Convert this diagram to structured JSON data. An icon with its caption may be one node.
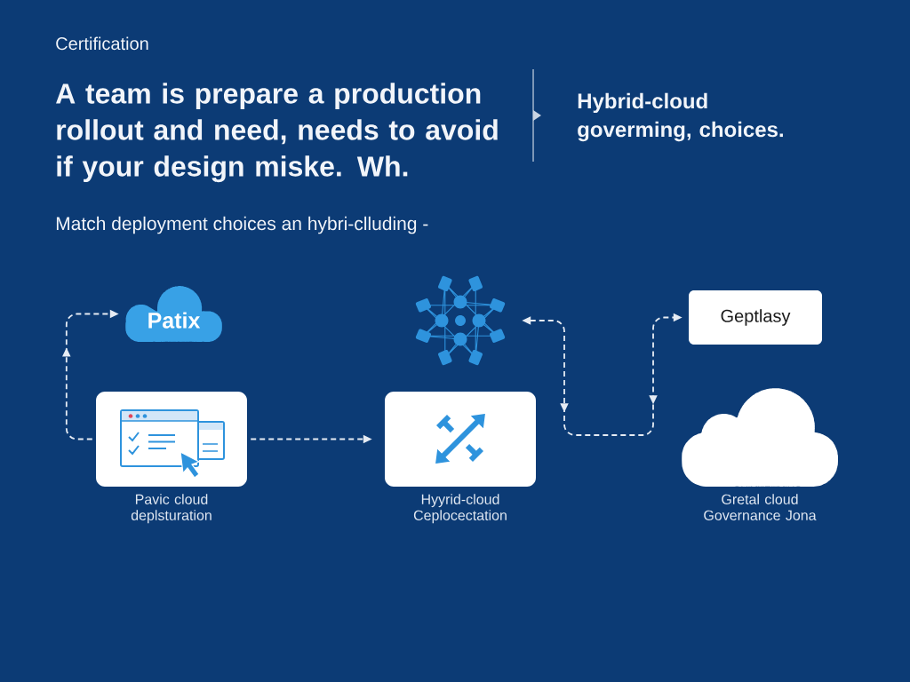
{
  "diagram": {
    "title": "A team is prepare a production rollout and need, needs to avoid if your design miske. Wh.",
    "nodes": [
      {
        "text": [
          "Patix"
        ]
      },
      {
        "text": [],
        "shape": "picture"
      },
      {
        "text": [
          "Geptlasy"
        ]
      },
      {
        "text": [
          "Pavic cloud deplsturation"
        ]
      },
      {
        "text": [
          "Hyyrid-cloud Ceplocectation"
        ]
      },
      {
        "text": [
          "Gretal cloud Governance Jona"
        ]
      }
    ],
    "edges": [
      {
        "from": 3,
        "to": 0,
        "arrow": "to",
        "style": "dashed"
      },
      {
        "from": 3,
        "to": 4,
        "arrow": "to",
        "style": "dashed"
      },
      {
        "from": 1,
        "to": 2,
        "arrow": "both",
        "style": "dashed"
      }
    ],
    "labels": [
      "Certification",
      "Hybrid-cloud goverming, choices.",
      "Match deployment choices an hybri-clluding -"
    ]
  }
}
